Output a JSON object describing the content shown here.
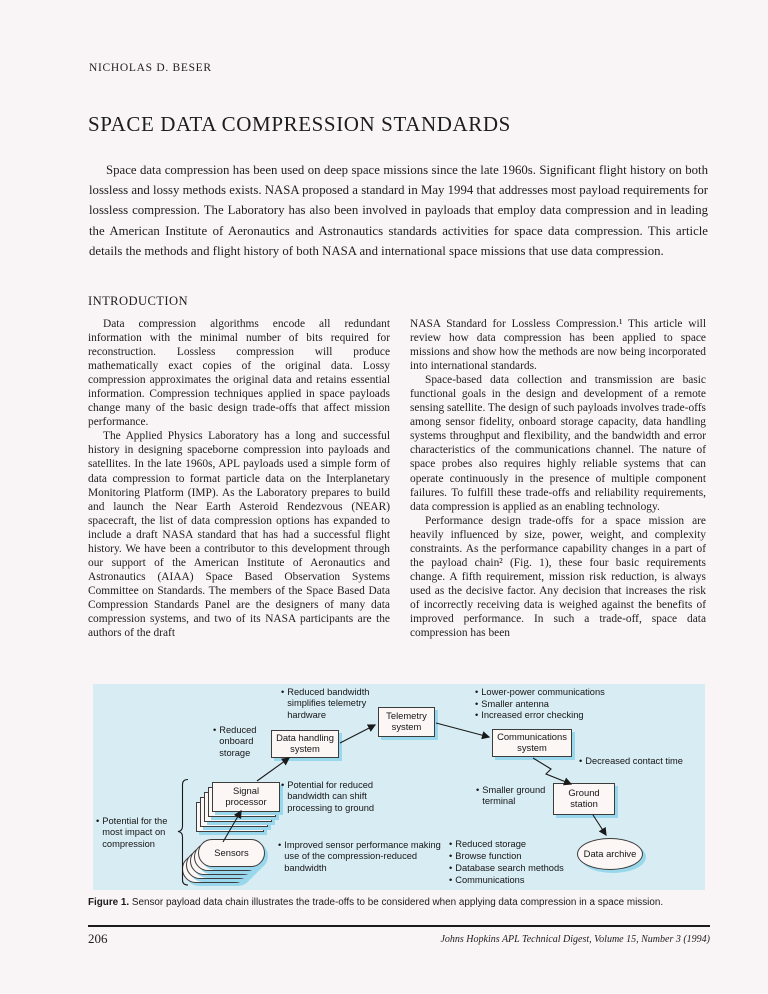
{
  "page": {
    "background": "#f9f5f7",
    "author": "NICHOLAS D. BESER",
    "title": "SPACE DATA COMPRESSION STANDARDS",
    "abstract": "Space data compression has been used on deep space missions since the late 1960s. Significant flight history on both lossless and lossy methods exists. NASA proposed a standard in May 1994 that addresses most payload requirements for lossless compression. The Laboratory has also been involved in payloads that employ data compression and in leading the American Institute of Aeronautics and Astronautics standards activities for space data compression. This article details the methods and flight history of both NASA and international space missions that use data compression.",
    "footer": {
      "page_number": "206",
      "journal": "Johns Hopkins APL Technical Digest, Volume 15, Number 3 (1994)"
    }
  },
  "introduction": {
    "heading": "INTRODUCTION",
    "left_col": {
      "p1": "Data compression algorithms encode all redundant information with the minimal number of bits required for reconstruction. Lossless compression will produce mathematically exact copies of the original data. Lossy compression approximates the original data and retains essential information. Compression techniques applied in space payloads change many of the basic design trade-offs that affect mission performance.",
      "p2": "The Applied Physics Laboratory has a long and successful history in designing spaceborne compression into payloads and satellites. In the late 1960s, APL payloads used a simple form of data compression to format particle data on the Interplanetary Monitoring Platform (IMP). As the Laboratory prepares to build and launch the Near Earth Asteroid Rendezvous (NEAR) spacecraft, the list of data compression options has expanded to include a draft NASA standard that has had a successful flight history. We have been a contributor to this development through our support of the American Institute of Aeronautics and Astronautics (AIAA) Space Based Observation Systems Committee on Standards. The members of the Space Based Data Compression Standards Panel are the designers of many data compression systems, and two of its NASA participants are the authors of the draft"
    },
    "right_col": {
      "p1": "NASA Standard for Lossless Compression.¹ This article will review how data compression has been applied to space missions and show how the methods are now being incorporated into international standards.",
      "p2": "Space-based data collection and transmission are basic functional goals in the design and development of a remote sensing satellite. The design of such payloads involves trade-offs among sensor fidelity, onboard storage capacity, data handling systems throughput and flexibility, and the bandwidth and error characteristics of the communications channel. The nature of space probes also requires highly reliable systems that can operate continuously in the presence of multiple component failures. To fulfill these trade-offs and reliability requirements, data compression is applied as an enabling technology.",
      "p3": "Performance design trade-offs for a space mission are heavily influenced by size, power, weight, and complexity constraints. As the performance capability changes in a part of the payload chain² (Fig. 1), these four basic requirements change. A fifth requirement, mission risk reduction, is always used as the decisive factor. Any decision that increases the risk of incorrectly receiving data is weighed against the benefits of improved performance. In such a trade-off, space data compression has been"
    }
  },
  "figure": {
    "bullet": "•",
    "caption_label": "Figure 1.",
    "caption_text": "Sensor payload data chain illustrates the trade-offs to be considered when applying data compression in a space mission.",
    "colors": {
      "panel_background": "#d8ecf3",
      "node_fill": "#fcf6f5",
      "node_shadow": "#99d8ec",
      "node_border": "#3c3c3c"
    },
    "nodes": {
      "sensors": "Sensors",
      "signal_processor": "Signal processor",
      "data_handling": "Data handling system",
      "telemetry": "Telemetry system",
      "communications": "Communications system",
      "ground_station": "Ground station",
      "data_archive": "Data archive"
    },
    "annotations": {
      "reduced_bandwidth": "Reduced bandwidth simplifies telemetry hardware",
      "lower_power": "Lower-power communications",
      "smaller_antenna": "Smaller antenna",
      "error_checking": "Increased error checking",
      "reduced_onboard": "Reduced onboard storage",
      "potential_reduced": "Potential for reduced bandwidth can shift processing to ground",
      "decreased_contact": "Decreased contact time",
      "smaller_ground": "Smaller ground terminal",
      "potential_impact": "Potential for the most impact on compression",
      "improved_sensor": "Improved sensor performance making use of the compression-reduced bandwidth",
      "reduced_storage": "Reduced storage",
      "browse_function": "Browse function",
      "database_search": "Database search methods",
      "communications_ground": "Communications"
    }
  }
}
